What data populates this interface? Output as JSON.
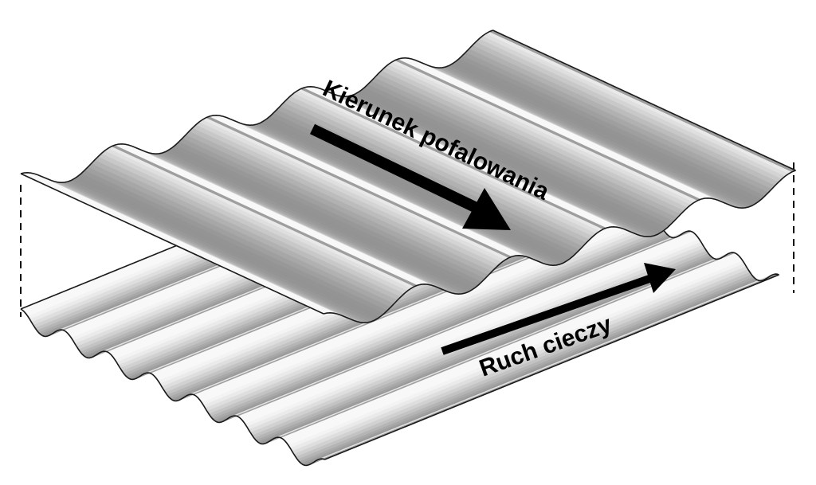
{
  "labels": {
    "corrugation_direction": "Kierunek pofalowania",
    "fluid_motion": "Ruch cieczy"
  },
  "colors": {
    "background": "#ffffff",
    "sheet_light": "#f2f2f2",
    "sheet_mid": "#c8c8c8",
    "sheet_dark": "#8c8c8c",
    "outline": "#1a1a1a",
    "arrow": "#000000"
  },
  "elements": {
    "top_sheet": "corrugated-plate",
    "bottom_sheet": "corrugated-plate"
  }
}
